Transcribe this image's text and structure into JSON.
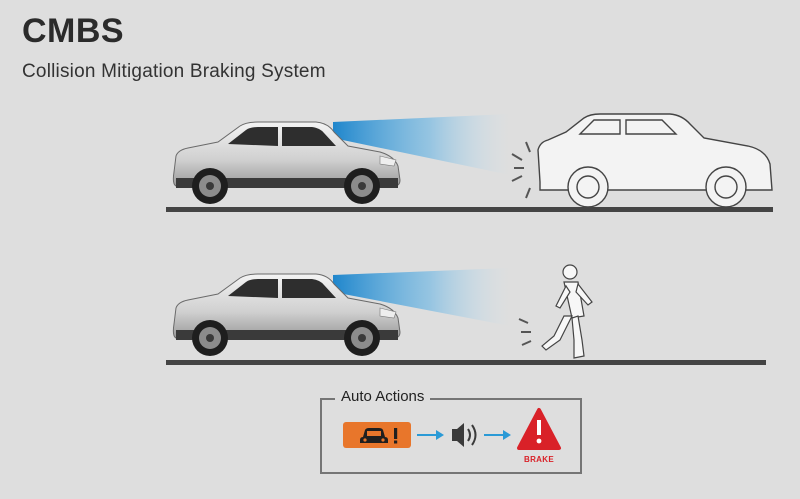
{
  "header": {
    "title": "CMBS",
    "subtitle": "Collision Mitigation Braking System"
  },
  "scenes": [
    {
      "name": "vehicle-ahead",
      "obstacle": "car-outline-icon"
    },
    {
      "name": "pedestrian-ahead",
      "obstacle": "pedestrian-icon"
    }
  ],
  "auto_actions": {
    "label": "Auto Actions",
    "steps": [
      {
        "icon": "car-warning-icon",
        "color": "#e8762b"
      },
      {
        "icon": "speaker-sound-icon",
        "color": "#3a3a3a"
      },
      {
        "icon": "brake-warning-icon",
        "color": "#d92128",
        "label": "BRAKE"
      }
    ],
    "arrow_color": "#2a9ad6"
  },
  "colors": {
    "background": "#dedede",
    "road": "#444444",
    "beam": "#2a8fd0"
  }
}
